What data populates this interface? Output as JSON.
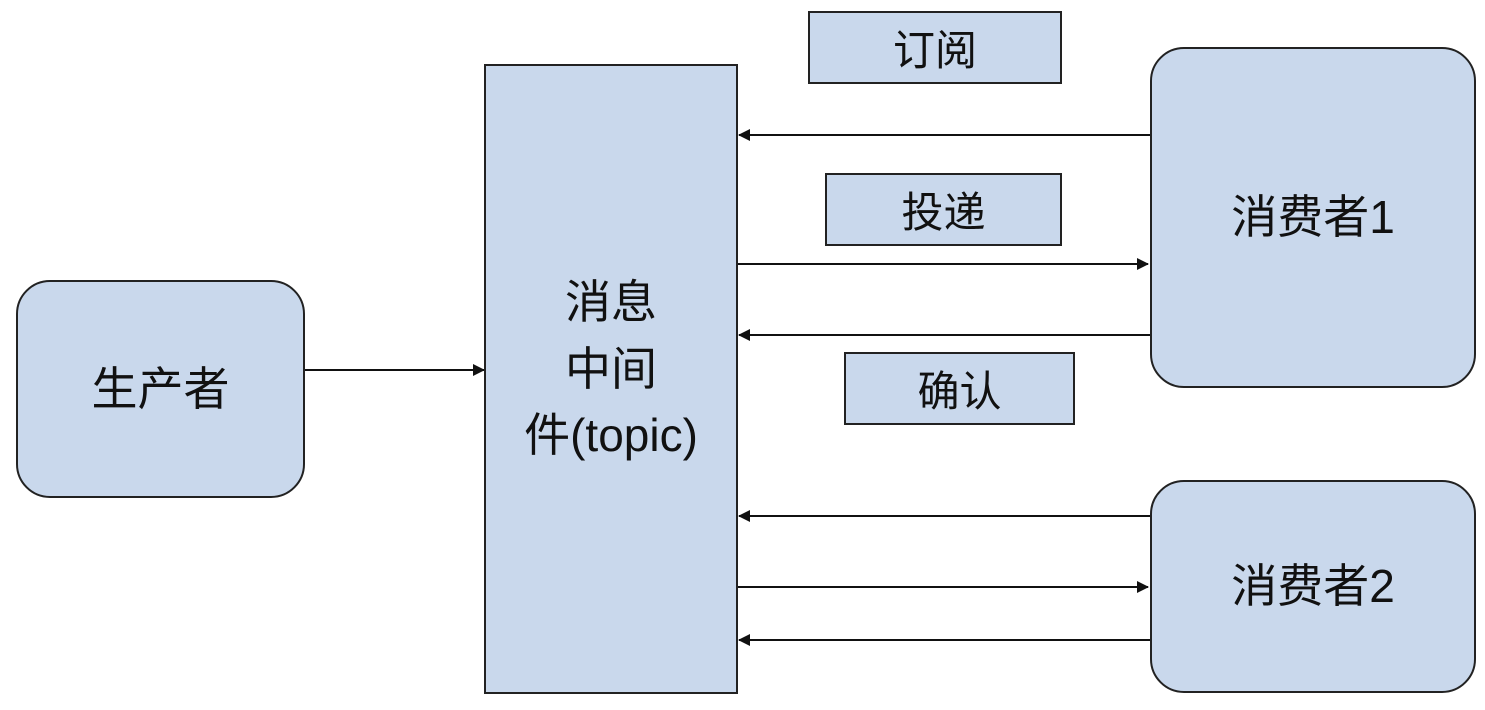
{
  "nodes": {
    "producer": "生产者",
    "middleware_lines": [
      "消息",
      "中间",
      "件(topic)"
    ],
    "consumer1": "消费者1",
    "consumer2": "消费者2"
  },
  "labels": {
    "subscribe": "订阅",
    "deliver": "投递",
    "ack": "确认"
  },
  "colors": {
    "fill": "#c9d8ec",
    "stroke": "#222222"
  }
}
